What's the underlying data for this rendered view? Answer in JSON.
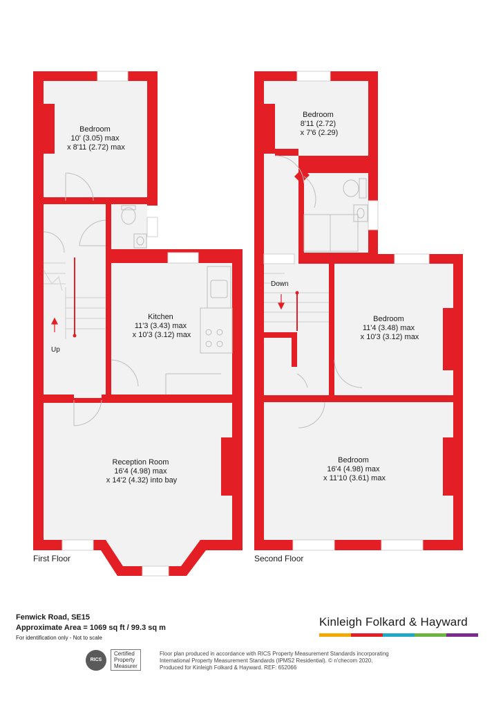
{
  "floors": [
    {
      "name": "First Floor",
      "rooms": [
        {
          "id": "bedroom-1",
          "lines": [
            "Bedroom",
            "10' (3.05) max",
            "x 8'11 (2.72) max"
          ]
        },
        {
          "id": "kitchen",
          "lines": [
            "Kitchen",
            "11'3 (3.43) max",
            "x 10'3 (3.12) max"
          ]
        },
        {
          "id": "reception",
          "lines": [
            "Reception Room",
            "16'4 (4.98) max",
            "x 14'2 (4.32) into bay"
          ]
        }
      ],
      "stair_label": "Up"
    },
    {
      "name": "Second Floor",
      "rooms": [
        {
          "id": "bedroom-2",
          "lines": [
            "Bedroom",
            "8'11 (2.72)",
            "x 7'6 (2.29)"
          ]
        },
        {
          "id": "bedroom-3",
          "lines": [
            "Bedroom",
            "11'4 (3.48) max",
            "x 10'3 (3.12) max"
          ]
        },
        {
          "id": "bedroom-4",
          "lines": [
            "Bedroom",
            "16'4 (4.98) max",
            "x 11'10 (3.61) max"
          ]
        }
      ],
      "stair_label": "Down"
    }
  ],
  "footer": {
    "address": "Fenwick Road, SE15",
    "area": "Approximate Area = 1069 sq ft / 99.3 sq m",
    "note": "For identification only - Not to scale",
    "brand": "Kinleigh Folkard & Hayward",
    "brand_colors": [
      "#f2a900",
      "#e31e24",
      "#1fa9c4",
      "#6cb33f",
      "#7b2d8e"
    ],
    "rics_logo": "RICS",
    "certified": [
      "Certified",
      "Property",
      "Measurer"
    ],
    "disclaimer": [
      "Floor plan produced in accordance with RICS Property Measurement Standards incorporating",
      "International Property Measurement Standards (IPMS2 Residential).  © n'checom 2020.",
      "Produced for Kinleigh Folkard & Hayward.   REF: 652066"
    ]
  },
  "colors": {
    "wall": "#e31e24",
    "floor": "#f2f2f2"
  }
}
